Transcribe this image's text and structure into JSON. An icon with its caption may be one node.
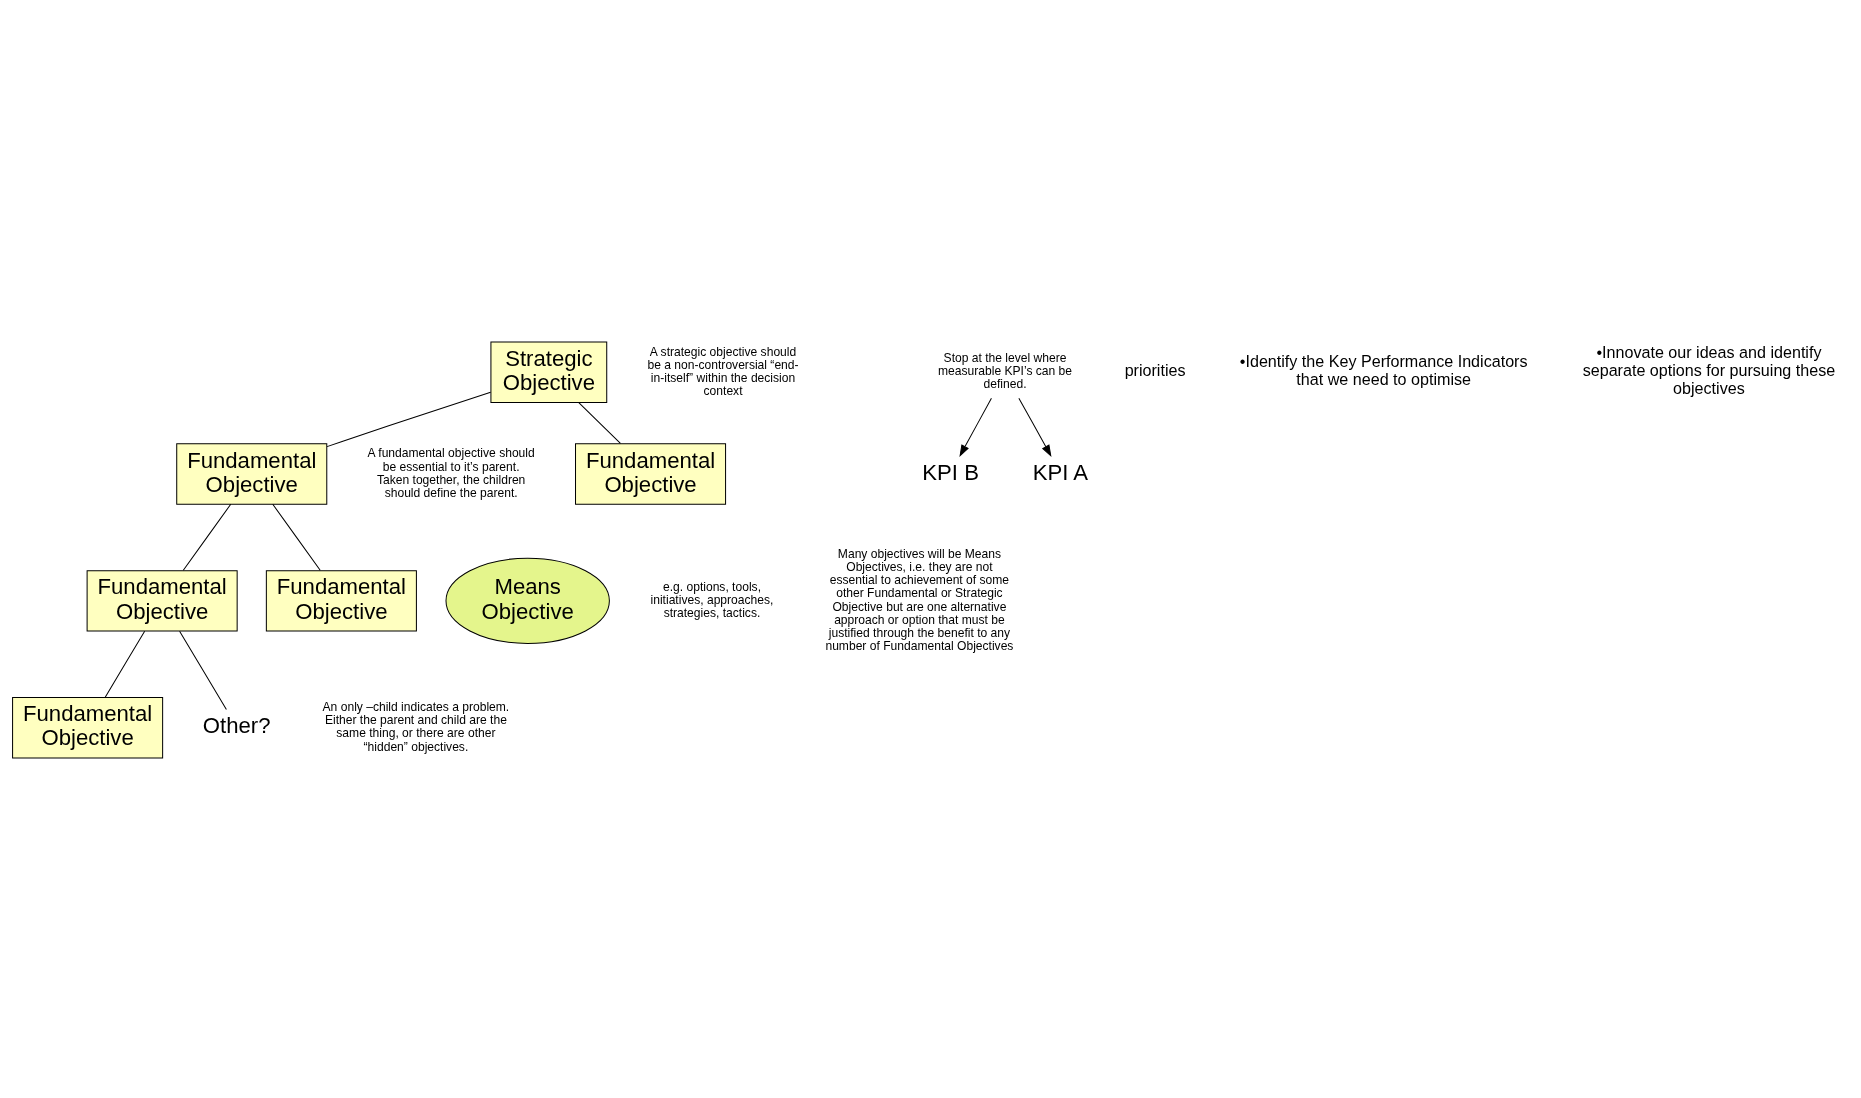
{
  "diagram": {
    "nodes": [
      {
        "text": [
          "Strategic Objective"
        ],
        "beside": [
          "A strategic objective should be a non-controversial “end-in-itself” within the decision context"
        ]
      },
      {
        "text": [
          "Fundamental Objective"
        ],
        "beside": [
          "A fundamental objective should be essential to it’s parent.  Taken together, the children should define the parent."
        ]
      },
      {
        "text": [
          "Fundamental Objective"
        ]
      },
      {
        "text": [
          "Fundamental Objective"
        ]
      },
      {
        "text": [
          "Fundamental Objective"
        ]
      },
      {
        "text": [
          "Fundamental Objective"
        ]
      },
      {
        "text": [
          "Other?"
        ]
      },
      {
        "text": [
          "Means Objective"
        ],
        "beside": [
          "e.g. options, tools, initiatives, approaches, strategies, tactics."
        ]
      },
      {
        "text": [
          "KPI B"
        ]
      },
      {
        "text": [
          "KPI A"
        ]
      },
      {
        "text": [
          "Stop at the level where measurable KPI’s can be defined."
        ]
      }
    ],
    "edges": [
      {
        "from": 0,
        "to": 1,
        "arrow": "none"
      },
      {
        "from": 0,
        "to": 2,
        "arrow": "none"
      },
      {
        "from": 1,
        "to": 3,
        "arrow": "none"
      },
      {
        "from": 1,
        "to": 4,
        "arrow": "none"
      },
      {
        "from": 3,
        "to": 5,
        "arrow": "none"
      },
      {
        "from": 3,
        "to": 6,
        "arrow": "none"
      },
      {
        "from": 10,
        "to": 8,
        "arrow": "to"
      },
      {
        "from": 10,
        "to": 9,
        "arrow": "to"
      }
    ],
    "labels": [
      "priorities",
      "•Identify the Key Performance Indicators that we need to optimise",
      "•Innovate our ideas and identify separate options for pursuing these objectives",
      "An only –child indicates a problem.  Either the parent and child are the same thing, or there are other “hidden” objectives.",
      "Many objectives will be Means Objectives, i.e. they are not essential to achievement of some other Fundamental or Strategic Objective but are one alternative approach or option that must be justified through the benefit to any number of Fundamental Objectives"
    ]
  }
}
